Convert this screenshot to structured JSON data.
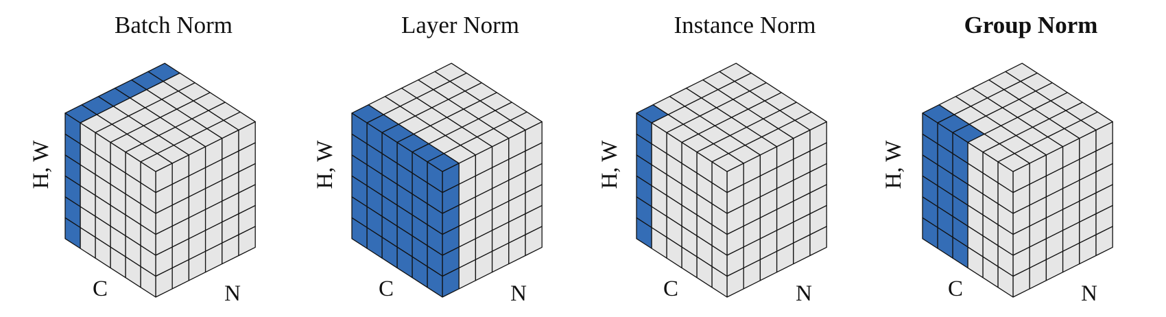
{
  "figure": {
    "colors": {
      "highlight": "#346db6",
      "cell": "#e6e6e6",
      "line": "#111111",
      "background": "#ffffff"
    },
    "grid_size": 6,
    "axes": {
      "vertical": "H, W",
      "left": "C",
      "right": "N"
    },
    "panels": [
      {
        "title": "Batch Norm",
        "bold": false,
        "show_vertical_label": true,
        "highlight": "batch: normalized over N, H, W for one channel C",
        "c_range": [
          5,
          6
        ],
        "n_range": [
          0,
          6
        ]
      },
      {
        "title": "Layer Norm",
        "bold": false,
        "show_vertical_label": true,
        "highlight": "layer: normalized over C, H, W for one sample N",
        "c_range": [
          0,
          6
        ],
        "n_range": [
          0,
          1
        ]
      },
      {
        "title": "Instance Norm",
        "bold": false,
        "show_vertical_label": true,
        "highlight": "instance: normalized over H, W for one sample and one channel",
        "c_range": [
          5,
          6
        ],
        "n_range": [
          0,
          1
        ]
      },
      {
        "title": "Group Norm",
        "bold": true,
        "show_vertical_label": true,
        "highlight": "group: normalized over H, W and a group of channels for one sample",
        "c_range": [
          3,
          6
        ],
        "n_range": [
          0,
          1
        ]
      }
    ]
  }
}
